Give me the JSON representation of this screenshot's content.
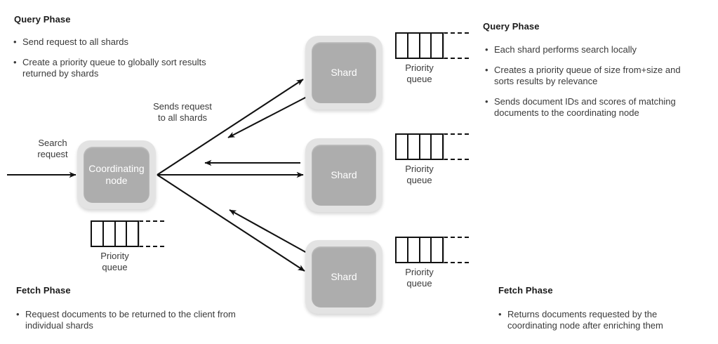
{
  "left_panel": {
    "query": {
      "title": "Query Phase",
      "bullets": [
        "Send request to all shards",
        "Create a priority queue to globally sort results returned by shards"
      ]
    },
    "fetch": {
      "title": "Fetch Phase",
      "bullets": [
        "Request documents to be returned to the client from individual shards"
      ]
    }
  },
  "right_panel": {
    "query": {
      "title": "Query Phase",
      "bullets": [
        "Each shard performs search locally",
        "Creates a priority queue of size from+size and sorts results by relevance",
        "Sends document IDs and scores of matching documents to the coordinating node"
      ]
    },
    "fetch": {
      "title": "Fetch Phase",
      "bullets": [
        "Returns documents requested by the coordinating node after enriching them"
      ]
    }
  },
  "diagram": {
    "coordinating_node": {
      "label": "Coordinating\nnode"
    },
    "shards": [
      {
        "label": "Shard"
      },
      {
        "label": "Shard"
      },
      {
        "label": "Shard"
      }
    ],
    "priority_queues": [
      {
        "label": "Priority\nqueue",
        "cells": 4,
        "owner": "shard-1"
      },
      {
        "label": "Priority\nqueue",
        "cells": 4,
        "owner": "shard-2"
      },
      {
        "label": "Priority\nqueue",
        "cells": 4,
        "owner": "shard-3"
      },
      {
        "label": "Priority\nqueue",
        "cells": 4,
        "owner": "coordinating-node"
      }
    ],
    "captions": {
      "search_request": "Search\nrequest",
      "sends_request": "Sends request\nto all shards"
    },
    "bullet_glyph": "•"
  },
  "colors": {
    "node_outer": "#e3e3e3",
    "node_inner": "#adadad",
    "node_text": "#ffffff",
    "arrow": "#111111",
    "background": "#ffffff",
    "text": "#3a3a3a",
    "heading": "#1a1a1a"
  }
}
